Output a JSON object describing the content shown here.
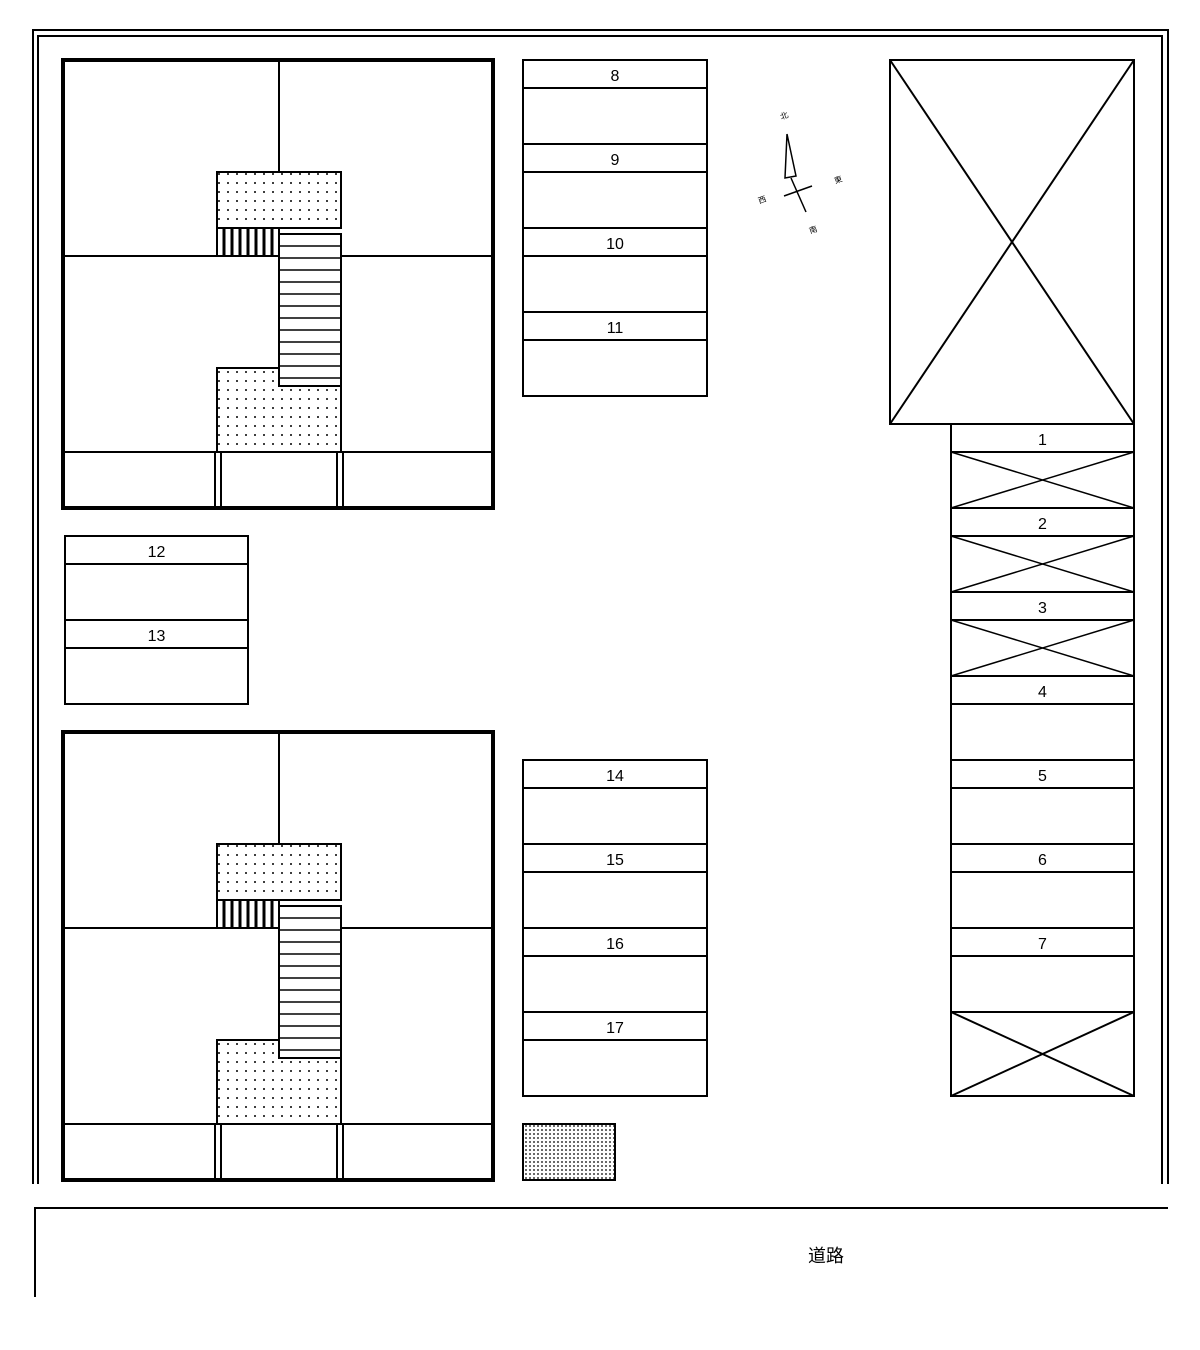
{
  "site": {
    "road_label": "道路",
    "compass": {
      "north": "北",
      "south": "南",
      "east": "東",
      "west": "西"
    },
    "col_right_numbers": [
      "1",
      "2",
      "3",
      "4",
      "5",
      "6",
      "7"
    ],
    "col_right_unavailable": [
      "1",
      "2",
      "3"
    ],
    "col_top_mid_numbers": [
      "8",
      "9",
      "10",
      "11"
    ],
    "col_left_numbers": [
      "12",
      "13"
    ],
    "col_bottom_mid_numbers": [
      "14",
      "15",
      "16",
      "17"
    ]
  }
}
